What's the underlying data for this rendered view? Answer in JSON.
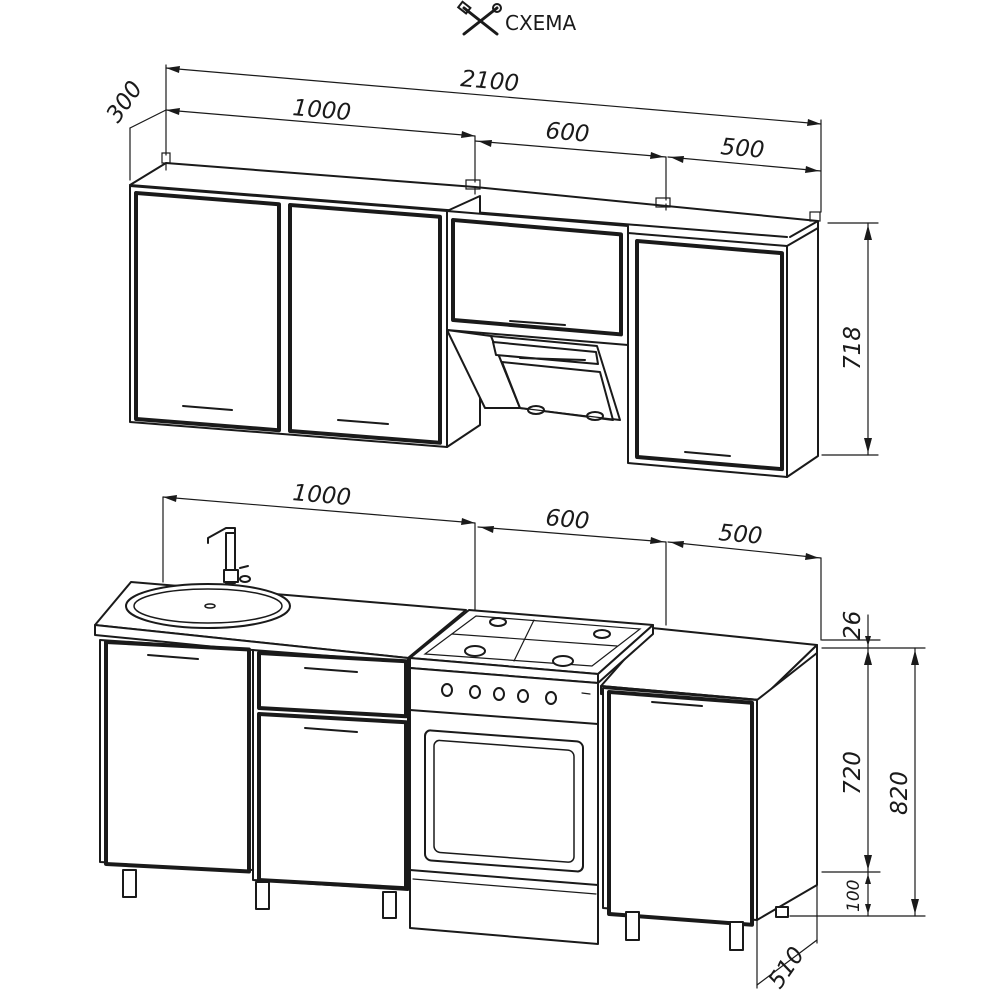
{
  "header": {
    "title": "СХЕМА",
    "icon": "tools-icon"
  },
  "dimensions": {
    "total_width": "2100",
    "depth_upper": "300",
    "upper_1": "1000",
    "upper_2": "600",
    "upper_3": "500",
    "upper_height": "718",
    "lower_1": "1000",
    "lower_2": "600",
    "lower_3": "500",
    "worktop": "26",
    "carcass_height": "720",
    "total_height": "820",
    "legs": "100",
    "depth_lower": "510"
  }
}
